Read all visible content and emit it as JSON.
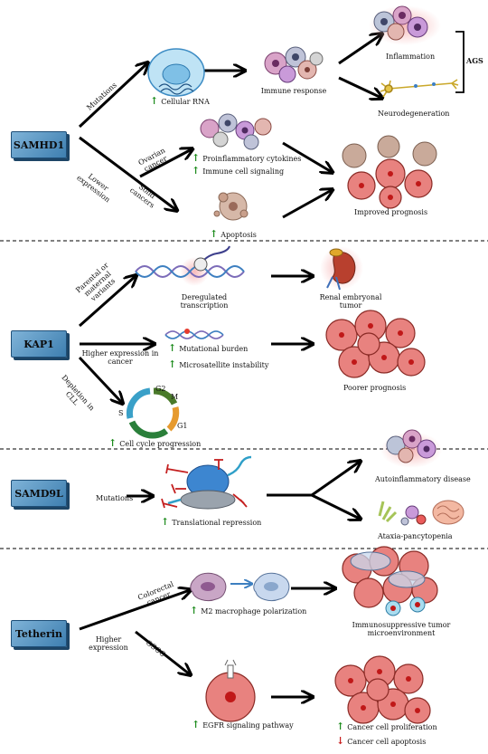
{
  "genes": {
    "samhd1": "SAMHD1",
    "kap1": "KAP1",
    "samd9l": "SAMD9L",
    "tetherin": "Tetherin"
  },
  "samhd1": {
    "mutations_label": "Mutations",
    "lower_expression_label": "Lower expression",
    "ovarian_cancer_label": "Ovarian cancer",
    "solid_cancers_label": "Solid cancers",
    "cellular_rna": "Cellular RNA",
    "immune_response": "Immune response",
    "inflammation": "Inflammation",
    "neurodegeneration": "Neurodegeneration",
    "ags": "AGS",
    "proinflammatory": "Proinflammatory cytokines",
    "immune_cell_signaling": "Immune cell signaling",
    "apoptosis": "Apoptosis",
    "improved_prognosis": "Improved prognosis"
  },
  "kap1": {
    "variants_label": "Parental or maternal variants",
    "higher_expression_label": "Higher expression in cancer",
    "depletion_label": "Depletion in CLL",
    "deregulated_transcription": "Deregulated transcription",
    "renal_tumor": "Renal embryonal tumor",
    "mutational_burden": "Mutational burden",
    "microsatellite_instability": "Microsatellite instability",
    "poorer_prognosis": "Poorer prognosis",
    "cell_cycle_progression": "Cell cycle progression",
    "phases": [
      "G2",
      "M",
      "G1",
      "S"
    ]
  },
  "samd9l": {
    "mutations_label": "Mutations",
    "translational_repression": "Translational repression",
    "autoinflammatory": "Autoinflammatory disease",
    "ataxia": "Ataxia-pancytopenia"
  },
  "tetherin": {
    "higher_expression_label": "Higher expression",
    "colorectal_label": "Colorectal cancer",
    "oscc_label": "OSCC",
    "m2_polarization": "M2 macrophage polarization",
    "immunosuppressive": "Immunosuppressive tumor microenvironment",
    "egfr": "EGFR signaling pathway",
    "proliferation": "Cancer cell proliferation",
    "cancer_apoptosis": "Cancer cell apoptosis"
  },
  "colors": {
    "gene_box": "#4f8fc0",
    "up_arrow": "#1a8a1a",
    "down_arrow": "#c81a1a",
    "tumor_cell": "#e8827f",
    "inhibitor": "#c42020"
  }
}
